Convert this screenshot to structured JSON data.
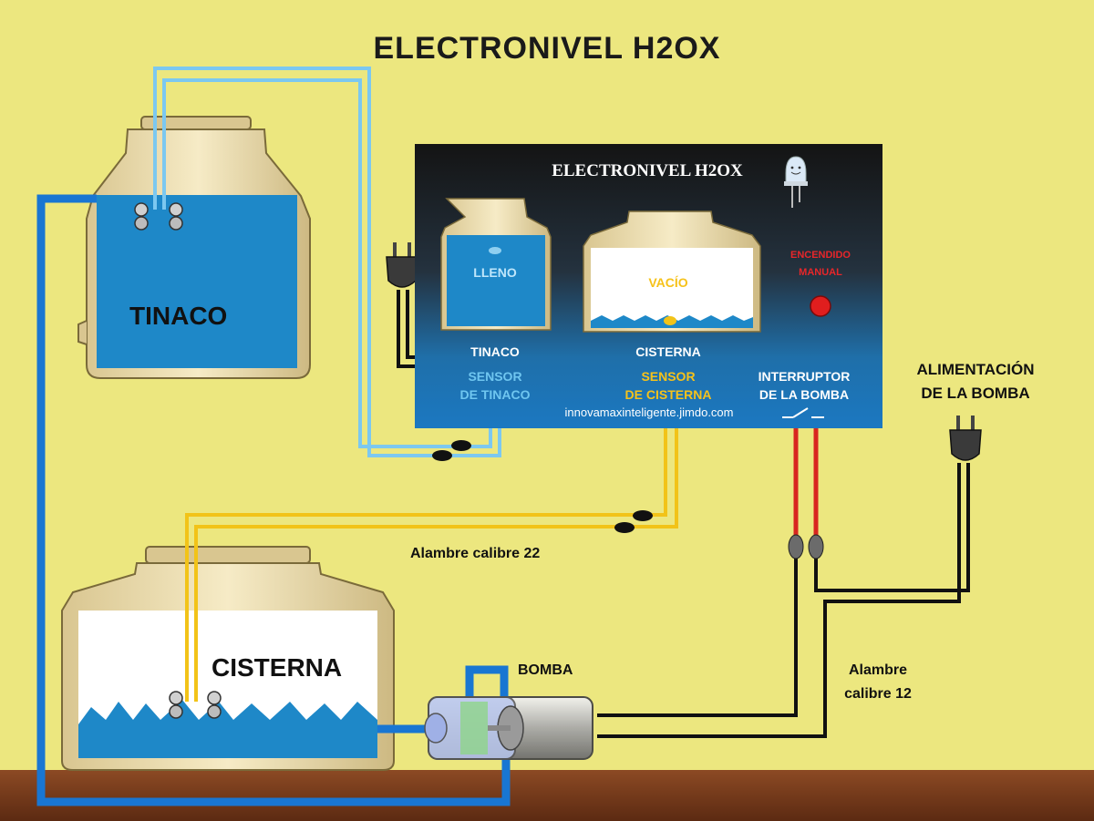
{
  "title": "ELECTRONIVEL H2OX",
  "panel": {
    "title": "ELECTRONIVEL H2OX",
    "tinaco_status": "LLENO",
    "cisterna_status": "VACÍO",
    "tinaco_label": "TINACO",
    "cisterna_label": "CISTERNA",
    "manual_line1": "ENCENDIDO",
    "manual_line2": "MANUAL",
    "sensor_tinaco_line1": "SENSOR",
    "sensor_tinaco_line2": "DE TINACO",
    "sensor_cisterna_line1": "SENSOR",
    "sensor_cisterna_line2": "DE CISTERNA",
    "switch_line1": "INTERRUPTOR",
    "switch_line2": "DE LA BOMBA",
    "url": "innovamaxinteligente.jimdo.com"
  },
  "tanks": {
    "tinaco": "TINACO",
    "cisterna": "CISTERNA"
  },
  "labels": {
    "bomba": "BOMBA",
    "wire22": "Alambre calibre 22",
    "wire12_line1": "Alambre",
    "wire12_line2": "calibre 12",
    "power_line1": "ALIMENTACIÓN",
    "power_line2": "DE LA BOMBA"
  },
  "colors": {
    "wall": "#ece77f",
    "floor": "#7a3c1d",
    "water": "#1e88c8",
    "tank": "#efe0b2",
    "wire_blue": "#7cc8f0",
    "wire_yellow": "#f2c318",
    "wire_red": "#d8261f",
    "pipe": "#1976d2"
  }
}
